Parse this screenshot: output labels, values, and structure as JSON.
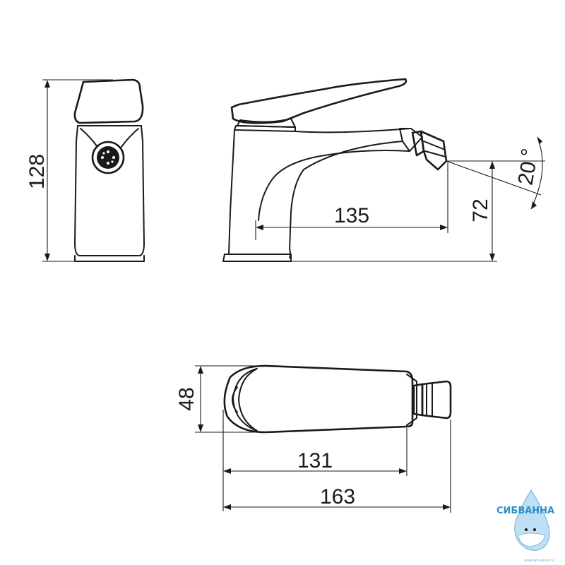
{
  "dimensions": {
    "height_total": "128",
    "spout_reach": "135",
    "spout_height": "72",
    "nozzle_angle": "20",
    "degree_symbol": "°",
    "body_width": "48",
    "body_length": "131",
    "overall_length": "163"
  },
  "watermark": {
    "brand": "СИБВАННА",
    "url": "www.sibvanna.ru"
  },
  "colors": {
    "line": "#1a1a1a",
    "brand": "#2a8fc9"
  }
}
